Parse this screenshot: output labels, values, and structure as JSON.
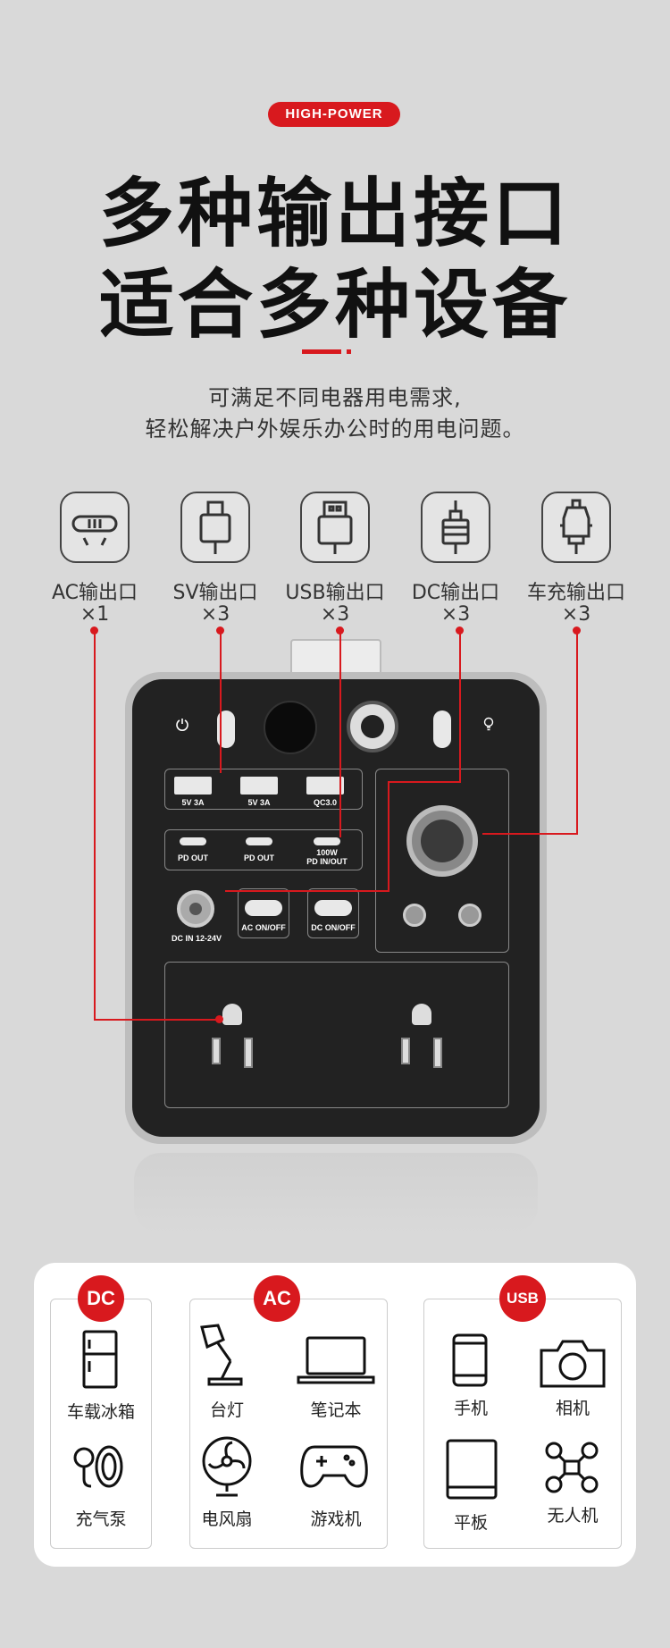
{
  "header": {
    "badge": "HIGH-POWER",
    "title_line1": "多种输出接口",
    "title_line2": "适合多种设备",
    "subtitle_line1": "可满足不同电器用电需求,",
    "subtitle_line2": "轻松解决户外娱乐办公时的用电问题。"
  },
  "ports": [
    {
      "label": "AC输出口",
      "count": "×1",
      "icon": "ac-plug-icon"
    },
    {
      "label": "SV输出口",
      "count": "×3",
      "icon": "cable-icon"
    },
    {
      "label": "USB输出口",
      "count": "×3",
      "icon": "usb-icon"
    },
    {
      "label": "DC输出口",
      "count": "×3",
      "icon": "dc-plug-icon"
    },
    {
      "label": "车充输出口",
      "count": "×3",
      "icon": "car-charger-icon"
    }
  ],
  "device": {
    "usb_labels": [
      "5V 3A",
      "5V 3A",
      "QC3.0"
    ],
    "pd_labels": [
      "PD OUT",
      "PD OUT",
      "100W",
      "PD IN/OUT"
    ],
    "dc_in": "DC IN 12-24V",
    "ac_switch": "AC ON/OFF",
    "dc_switch": "DC ON/OFF"
  },
  "applications": {
    "groups": [
      {
        "badge": "DC",
        "items": [
          "车载冰箱",
          "充气泵"
        ]
      },
      {
        "badge": "AC",
        "items": [
          "台灯",
          "笔记本",
          "电风扇",
          "游戏机"
        ]
      },
      {
        "badge": "USB",
        "items": [
          "手机",
          "相机",
          "平板",
          "无人机"
        ]
      }
    ]
  },
  "colors": {
    "accent": "#d8191e",
    "background": "#d9d9d9",
    "device_body": "#222222"
  }
}
